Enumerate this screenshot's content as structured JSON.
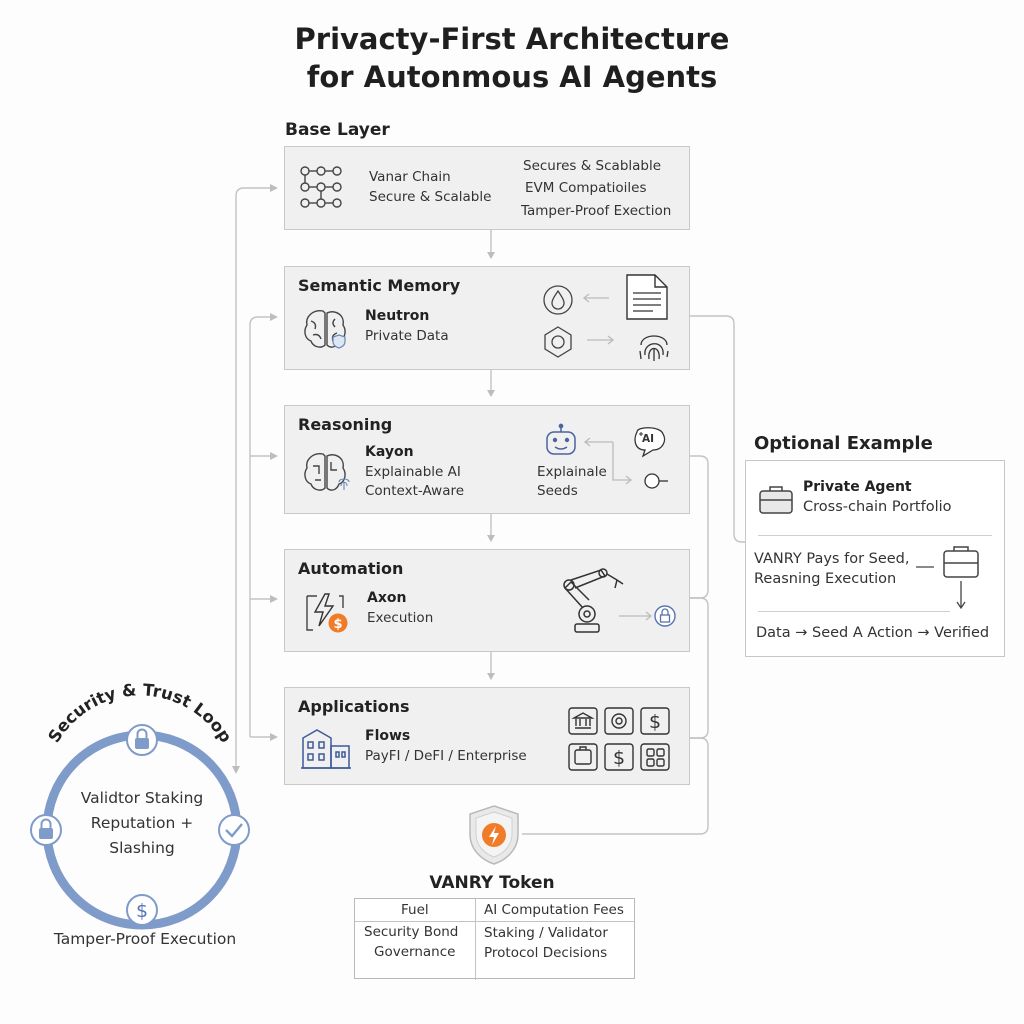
{
  "title": {
    "line1": "Privacty-First Architecture",
    "line2": "for Autonmous AI Agents"
  },
  "base_layer_label": "Base Layer",
  "layers": [
    {
      "id": "base",
      "name": "Vanar Chain",
      "subtitle": "Secure & Scalable",
      "right_lines": [
        "Secures & Scablable",
        "EVM Compatioiles",
        "Tamper-Proof Exection"
      ]
    },
    {
      "id": "memory",
      "heading": "Semantic Memory",
      "name": "Neutron",
      "subtitle": "Private Data"
    },
    {
      "id": "reasoning",
      "heading": "Reasoning",
      "name": "Kayon",
      "subtitle_lines": [
        "Explainable AI",
        "Context-Aware"
      ],
      "right_lines": [
        "Explainale",
        "Seeds"
      ],
      "badge": "AI"
    },
    {
      "id": "automation",
      "heading": "Automation",
      "name": "Axon",
      "subtitle": "Execution"
    },
    {
      "id": "applications",
      "heading": "Applications",
      "name": "Flows",
      "subtitle": "PayFI / DeFI / Enterprise"
    }
  ],
  "optional_example": {
    "heading": "Optional Example",
    "agent_name": "Private Agent",
    "agent_sub": "Cross-chain Portfolio",
    "pays_lines": [
      "VANRY Pays for Seed,",
      "Reasning Execution"
    ],
    "flow": "Data → Seed A Action → Verified"
  },
  "security_loop": {
    "heading": "Security & Trust Loop",
    "center_lines": [
      "Validtor Staking",
      "Reputation +",
      "Slashing"
    ],
    "footer": "Tamper-Proof Execution"
  },
  "token": {
    "heading": "VANRY Token",
    "rows": [
      {
        "left": [
          "Fuel"
        ],
        "right": [
          "AI Computation Fees"
        ]
      },
      {
        "left": [
          "Security Bond",
          "Governance"
        ],
        "right": [
          "Staking / Validator",
          "Protocol Decisions"
        ]
      }
    ]
  },
  "icons": [
    "network-nodes-icon",
    "droplet-icon",
    "document-icon",
    "shield-node-icon",
    "fingerprint-icon",
    "brain-icon",
    "robot-icon",
    "chat-ai-icon",
    "lightning-icon",
    "dollar-coin-icon",
    "robot-arm-icon",
    "lock-icon",
    "building-icon",
    "bank-icon",
    "coin-icon",
    "dollar-icon",
    "grid-icon",
    "briefcase-icon",
    "shield-bolt-icon",
    "check-icon"
  ],
  "colors": {
    "loop": "#7f9bc9",
    "accent_orange": "#f07c2a",
    "connector": "#c0c0c0",
    "box_fill": "#f0f0f0"
  }
}
